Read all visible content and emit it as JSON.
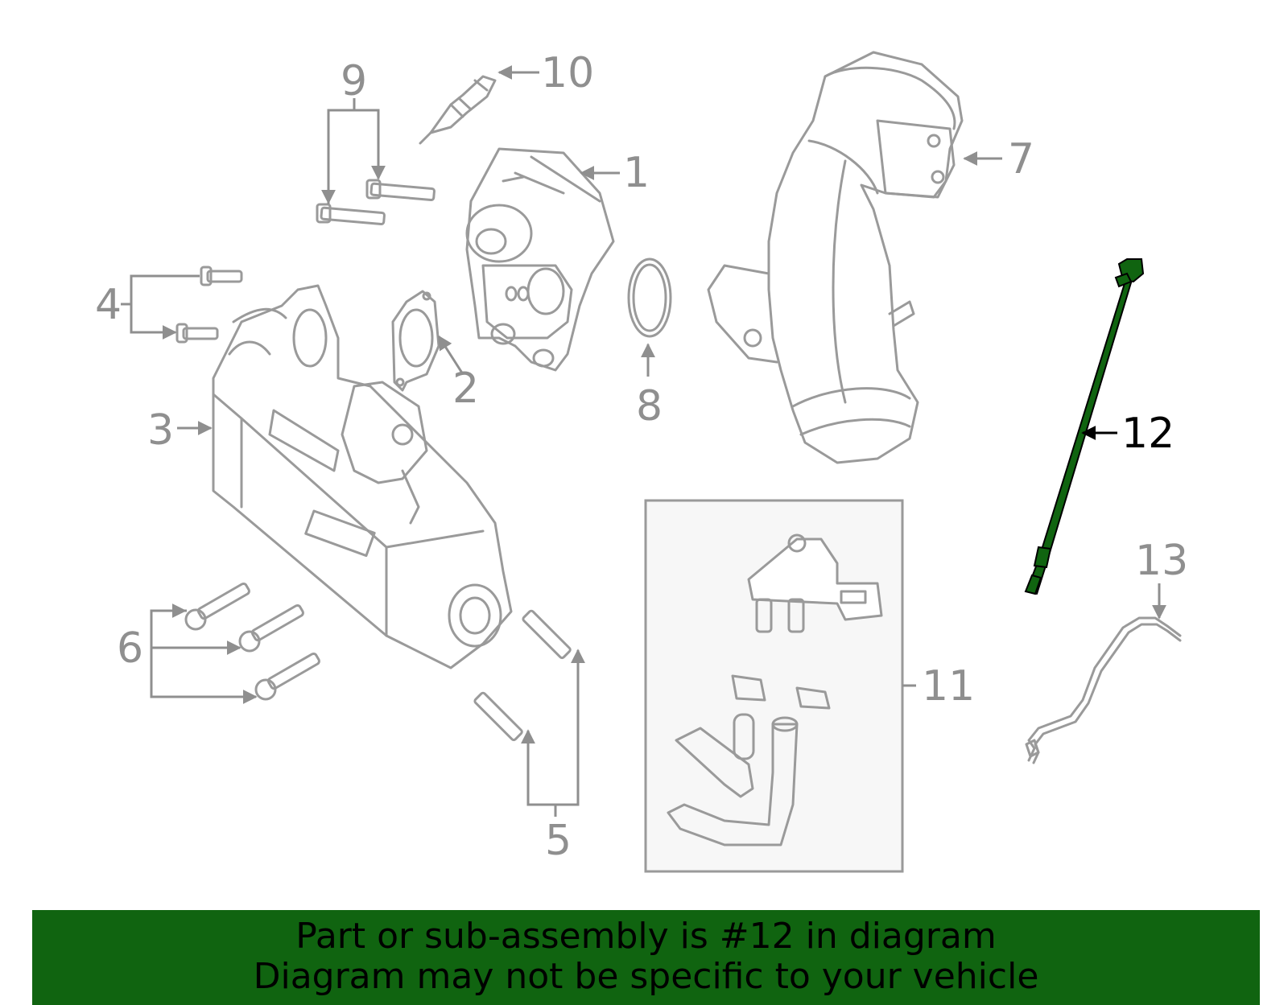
{
  "callouts": {
    "c1": "1",
    "c2": "2",
    "c3": "3",
    "c4": "4",
    "c5": "5",
    "c6": "6",
    "c7": "7",
    "c8": "8",
    "c9": "9",
    "c10": "10",
    "c11": "11",
    "c12": "12",
    "c13": "13"
  },
  "highlight": {
    "part": "12",
    "color": "#106410"
  },
  "banner": {
    "line1": "Part or sub-assembly is #12 in diagram",
    "line2": "Diagram may not be specific to your vehicle",
    "background": "#106410"
  }
}
